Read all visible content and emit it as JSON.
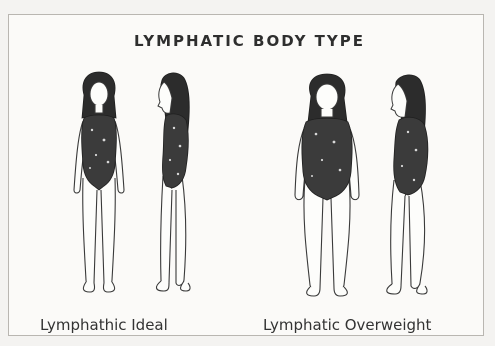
{
  "title": "LYMPHATIC BODY TYPE",
  "captions": {
    "ideal": "Lymphathic Ideal",
    "overweight": "Lymphatic Overweight"
  },
  "figures": [
    {
      "group": "ideal",
      "view": "front"
    },
    {
      "group": "ideal",
      "view": "side"
    },
    {
      "group": "overweight",
      "view": "front"
    },
    {
      "group": "overweight",
      "view": "side"
    }
  ]
}
